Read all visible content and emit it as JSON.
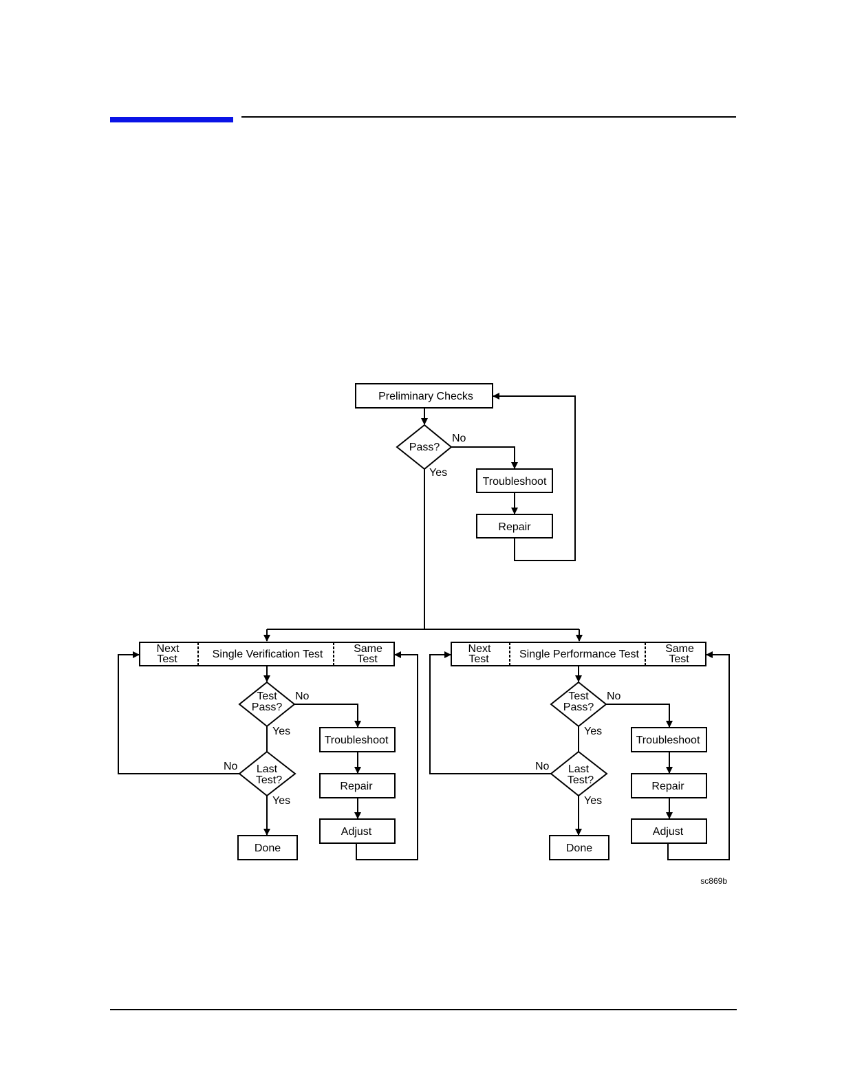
{
  "header": {
    "accent_color": "#0a14e6"
  },
  "flowchart": {
    "top": {
      "preliminary": "Preliminary Checks",
      "pass": "Pass?",
      "no": "No",
      "yes": "Yes",
      "troubleshoot": "Troubleshoot",
      "repair": "Repair"
    },
    "verification": {
      "next_1": "Next",
      "next_2": "Test",
      "title": "Single Verification Test",
      "same_1": "Same",
      "same_2": "Test",
      "test_pass_1": "Test",
      "test_pass_2": "Pass?",
      "no": "No",
      "yes": "Yes",
      "troubleshoot": "Troubleshoot",
      "repair": "Repair",
      "adjust": "Adjust",
      "last_1": "Last",
      "last_2": "Test?",
      "last_no": "No",
      "last_yes": "Yes",
      "done": "Done"
    },
    "performance": {
      "next_1": "Next",
      "next_2": "Test",
      "title": "Single Performance Test",
      "same_1": "Same",
      "same_2": "Test",
      "test_pass_1": "Test",
      "test_pass_2": "Pass?",
      "no": "No",
      "yes": "Yes",
      "troubleshoot": "Troubleshoot",
      "repair": "Repair",
      "adjust": "Adjust",
      "last_1": "Last",
      "last_2": "Test?",
      "last_no": "No",
      "last_yes": "Yes",
      "done": "Done"
    },
    "figure_id": "sc869b"
  }
}
